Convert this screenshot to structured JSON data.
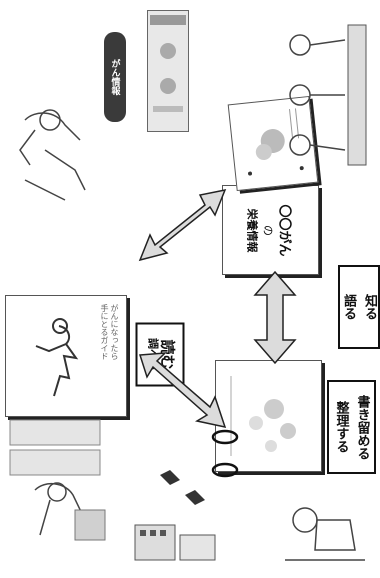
{
  "labels": {
    "read_investigate_1": "読む",
    "read_investigate_2": "調べる",
    "write_organize_1": "書き留める",
    "write_organize_2": "整理する",
    "know_1": "知る",
    "know_2": "語る"
  },
  "booklet": {
    "caption_1": "がんになったら",
    "caption_2": "手にとるガイド"
  },
  "nutrition_book": {
    "line1": "〇〇がん",
    "line2": "の",
    "line3": "栄養情報"
  },
  "screen": {
    "banner": "がん情報"
  },
  "colors": {
    "ink": "#111111",
    "arrow_fill": "#dcdcdc",
    "arrow_stroke": "#222222",
    "banner_bg": "#3a3a3a"
  }
}
